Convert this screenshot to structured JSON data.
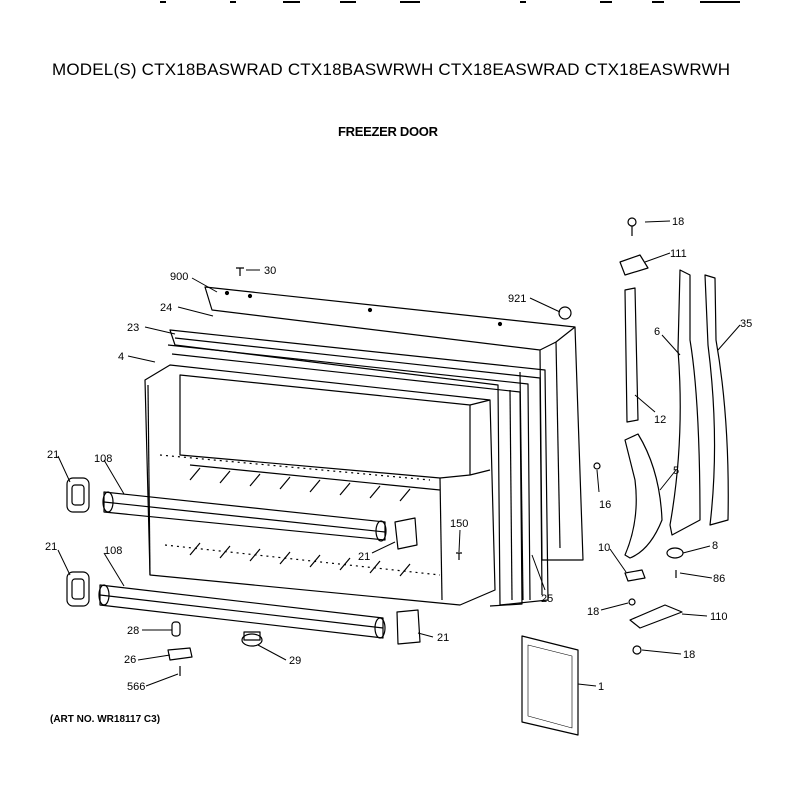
{
  "header": {
    "models_label": "MODEL(S) CTX18BASWRAD  CTX18BASWRWH  CTX18EASWRAD  CTX18EASWRWH",
    "section_title": "FREEZER DOOR"
  },
  "art_number": "(ART NO. WR18117  C3)",
  "callouts": [
    "18",
    "111",
    "30",
    "900",
    "921",
    "24",
    "35",
    "23",
    "6",
    "4",
    "12",
    "21",
    "108",
    "16",
    "5",
    "150",
    "21",
    "10",
    "8",
    "21",
    "108",
    "86",
    "25",
    "18",
    "110",
    "28",
    "21",
    "26",
    "29",
    "18",
    "566",
    "1"
  ]
}
